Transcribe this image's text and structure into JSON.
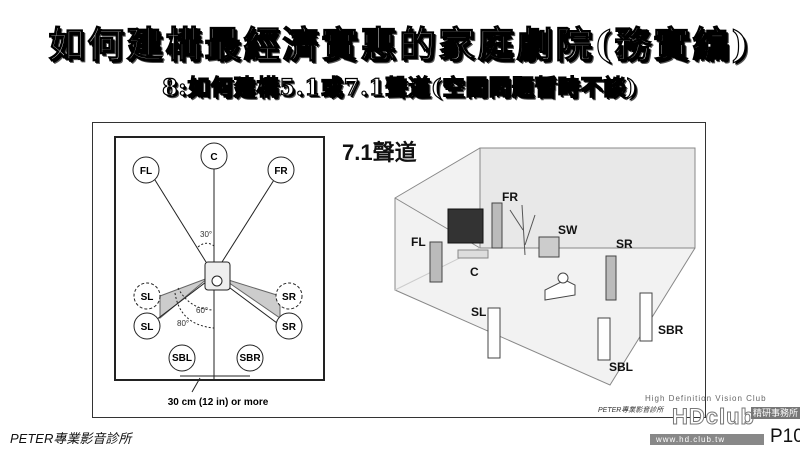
{
  "slide": {
    "title": "如何建構最經濟實惠的家庭劇院(務實編)",
    "subtitle": "8:如何建構5.1或7.1聲道(空間問題暫時不談)",
    "heading": "7.1聲道",
    "footer_left": "PETER專業影音診所",
    "page_number": "P10"
  },
  "layout_diagram": {
    "speakers": {
      "fl": "FL",
      "c": "C",
      "fr": "FR",
      "sl": "SL",
      "sr": "SR",
      "sbl": "SBL",
      "sbr": "SBR"
    },
    "angles": {
      "a30": "30°",
      "a60": "60°",
      "a80": "80°"
    },
    "distance_note": "30 cm (12 in) or more"
  },
  "room_diagram": {
    "labels": {
      "fl": "FL",
      "fr": "FR",
      "c": "C",
      "sw": "SW",
      "sr": "SR",
      "sl": "SL",
      "sbl": "SBL",
      "sbr": "SBR"
    }
  },
  "logo": {
    "tagline": "High Definition Vision Club",
    "brand": "HDclub",
    "chinese": "精研事務所",
    "url": "www.hd.club.tw",
    "peter": "PETER專業影音診所"
  }
}
